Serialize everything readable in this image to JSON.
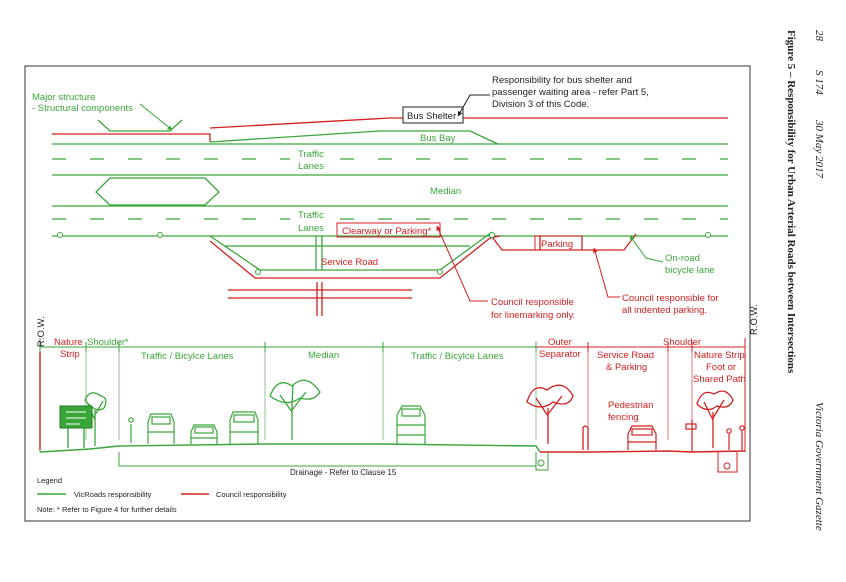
{
  "header": {
    "page_number": "28",
    "issue": "S 174",
    "date": "30 May 2017",
    "figure_title": "Figure 5 – Responsibility for Urban Arterial Roads between Intersections",
    "publication": "Victoria Government Gazette"
  },
  "colors": {
    "vicroads": "#3aa63a",
    "council": "#d42020",
    "text": "#222222"
  },
  "plan": {
    "major_structure": [
      "Major structure",
      "- Structural components"
    ],
    "bus_shelter_note": [
      "Responsibility for bus shelter and",
      "passenger waiting area - refer Part 5,",
      "Division 3 of this Code."
    ],
    "bus_shelter": "Bus Shelter",
    "bus_bay": "Bus Bay",
    "traffic_lanes_top": [
      "Traffic",
      "Lanes"
    ],
    "median": "Median",
    "traffic_lanes_bottom": [
      "Traffic",
      "Lanes"
    ],
    "clearway": "Clearway or Parking*",
    "parking": "Parking",
    "service_road": "Service Road",
    "on_road_bicycle": [
      "On-road",
      "bicycle lane"
    ],
    "council_linemarking": [
      "Council responsible",
      "for linemarking only."
    ],
    "council_indented": [
      "Council responsible for",
      "all indented parking."
    ]
  },
  "section": {
    "row_left": "R.O.W.",
    "row_right": "R.O.W.",
    "nature_strip": [
      "Nature",
      "Strip"
    ],
    "shoulder_left": "Shoulder*",
    "traffic_bicycle_left": "Traffic / Bicylce Lanes",
    "median": "Median",
    "traffic_bicycle_right": "Traffic / Bicylce Lanes",
    "outer_separator": [
      "Outer",
      "Separator"
    ],
    "service_road_parking": [
      "Service Road",
      "& Parking"
    ],
    "shoulder_right": "Shoulder",
    "nature_strip_right": [
      "Nature Strip",
      "Foot or",
      "Shared Path"
    ],
    "pedestrian_fencing": [
      "Pedestrian",
      "fencing"
    ],
    "drainage": "Drainage - Refer to Clause 15"
  },
  "legend": {
    "title": "Legend",
    "vicroads": "VicRoads responsibility",
    "council": "Council responsibility",
    "note": "Note: * Refer to Figure 4 for further details"
  }
}
